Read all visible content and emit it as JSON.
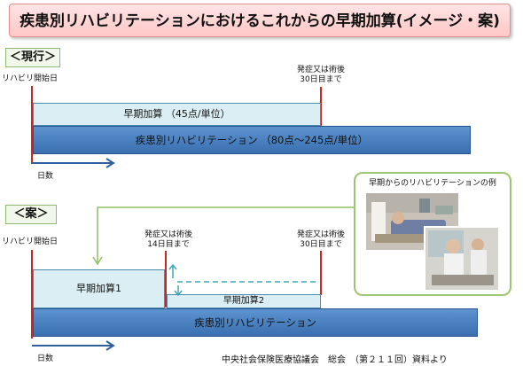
{
  "title": "疾患別リハビリテーションにおけるこれからの早期加算(イメージ・案)",
  "current": {
    "label": "＜現行＞",
    "start_label": "リハビリ開始日",
    "end_label": "発症又は術後\n30日目まで",
    "early_bar": "早期加算 （45点/単位）",
    "main_bar": "疾患別リハビリテーション （80点～245点/単位）",
    "axis_label": "日数"
  },
  "proposal": {
    "label": "＜案＞",
    "start_label": "リハビリ開始日",
    "mid_label": "発症又は術後\n14日目まで",
    "end_label": "発症又は術後\n30日目まで",
    "early1_bar": "早期加算1",
    "early2_bar": "早期加算2",
    "main_bar": "疾患別リハビリテーション",
    "axis_label": "日数"
  },
  "photo_box": {
    "caption": "早期からのリハビリテーションの例"
  },
  "footer": "中央社会保険医療協議会　総会　（第２１１回）資料より",
  "colors": {
    "accent_red": "#c62828",
    "bar_light": "#daeef3",
    "bar_dark": "#4a7fc0",
    "frame_green": "#9cc56f"
  }
}
